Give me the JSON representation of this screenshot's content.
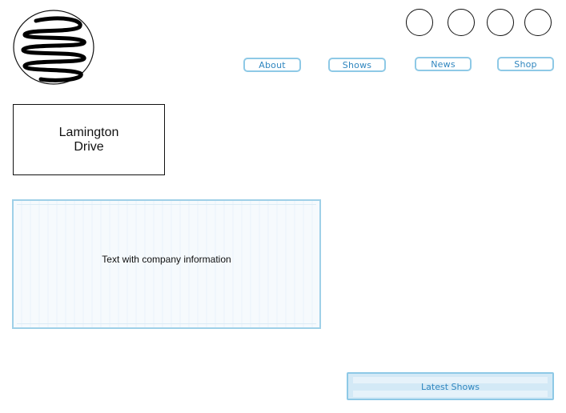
{
  "logo": {
    "icon": "spiral-coil-icon"
  },
  "social": [
    {
      "icon": "social-circle-icon"
    },
    {
      "icon": "social-circle-icon"
    },
    {
      "icon": "social-circle-icon"
    },
    {
      "icon": "social-circle-icon"
    }
  ],
  "nav": {
    "items": [
      {
        "label": "About"
      },
      {
        "label": "Shows"
      },
      {
        "label": "News"
      },
      {
        "label": "Shop"
      }
    ]
  },
  "title_box": {
    "text": "Lamington Drive"
  },
  "info_panel": {
    "text": "Text with company information"
  },
  "latest_button": {
    "label": "Latest Shows"
  },
  "colors": {
    "accent_border": "#8ec9e6",
    "accent_text": "#2f86bf",
    "panel_fill": "#d3e9f6"
  }
}
